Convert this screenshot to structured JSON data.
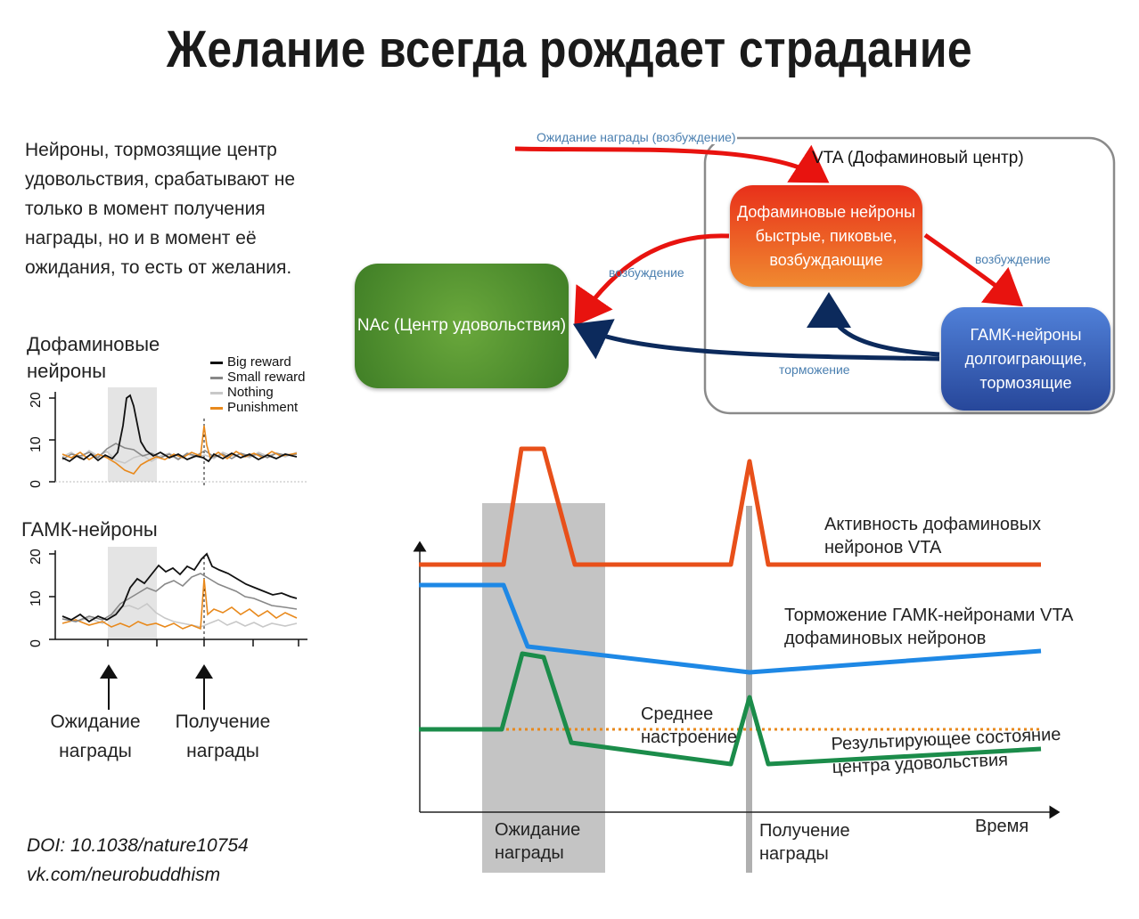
{
  "title": "Желание всегда рождает страдание",
  "intro_text": "Нейроны, тормозящие центр удовольствия, срабатывают не только в момент получения награды, но и в момент её ожидания, то есть от желания.",
  "left_panels": {
    "dopamine_label": "Дофаминовые нейроны",
    "gaba_label": "ГАМК-нейроны",
    "y_ticks": [
      "20",
      "10",
      "0"
    ],
    "legend": [
      {
        "label": "Big reward",
        "color": "#111111"
      },
      {
        "label": "Small reward",
        "color": "#888888"
      },
      {
        "label": "Nothing",
        "color": "#c8c8c8"
      },
      {
        "label": "Punishment",
        "color": "#e8891c"
      }
    ],
    "arrow_expect": "Ожидание награды",
    "arrow_receive": "Получение награды"
  },
  "footer": {
    "doi": "DOI: 10.1038/nature10754",
    "vk": "vk.com/neurobuddhism"
  },
  "circuit": {
    "top_arrow_label": "Ожидание награды (возбуждение)",
    "vta_label": "VTA (Дофаминовый центр)",
    "dopamine_node": [
      "Дофаминовые нейроны",
      "быстрые, пиковые,",
      "возбуждающие"
    ],
    "gaba_node": [
      "ГАМК-нейроны",
      "долгоиграющие,",
      "тормозящие"
    ],
    "nac_node": "NAc (Центр удовольствия)",
    "label_excite_left": "возбуждение",
    "label_excite_right": "возбуждение",
    "label_inhibit": "торможение",
    "colors": {
      "excite": "#e8130f",
      "inhibit": "#0c2a5c",
      "dopamine": "#e8501a",
      "gaba": "#3158b4",
      "nac": "#4f9231"
    }
  },
  "timeline": {
    "labels": {
      "dopamine_activity": [
        "Активность дофаминовых",
        "нейронов VTA"
      ],
      "gaba_inhibition": [
        "Торможение ГАМК-нейронами VTA",
        "дофаминовых нейронов"
      ],
      "mean_mood": [
        "Среднее",
        "настроение"
      ],
      "result": [
        "Результирующее состояние",
        "центра удовольствия"
      ],
      "time": "Время",
      "expect_period": [
        "Ожидание",
        "награды"
      ],
      "receive_moment": [
        "Получение",
        "награды"
      ]
    },
    "colors": {
      "dopamine": "#e8501a",
      "gaba": "#1e88e5",
      "result": "#1b8c4a",
      "mean": "#e8891c",
      "shade": "#c4c4c4"
    }
  }
}
